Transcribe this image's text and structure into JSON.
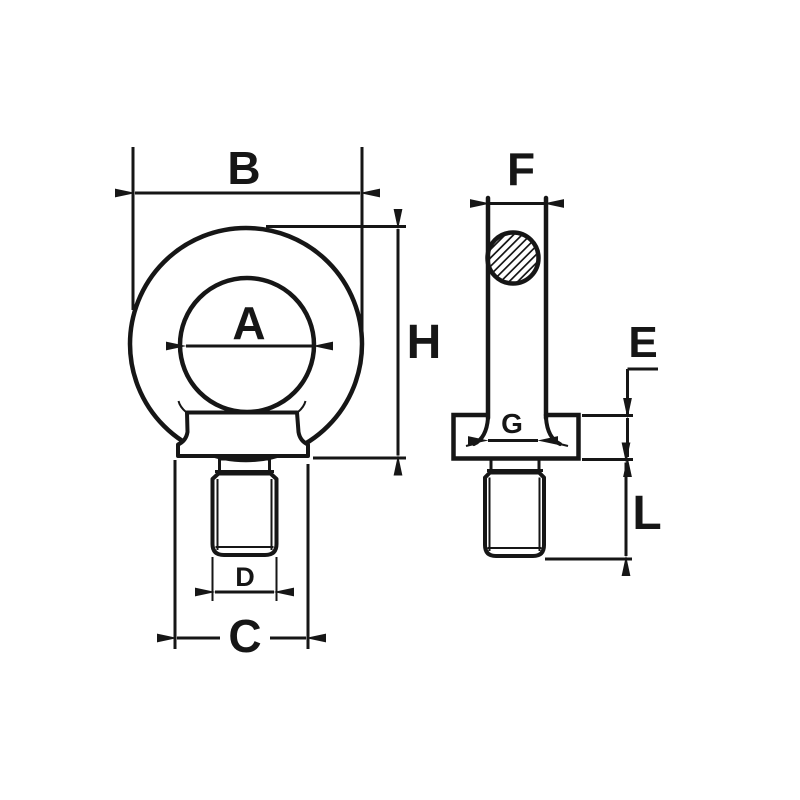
{
  "colors": {
    "background": "#ffffff",
    "ink": "#161616"
  },
  "diagram": {
    "type": "technical-drawing",
    "front_view": {
      "labels": {
        "eye_inner_diameter": "A",
        "eye_outer_width": "B",
        "collar_width": "C",
        "thread_diameter": "D",
        "body_height": "H"
      }
    },
    "side_view": {
      "labels": {
        "ring_section_width": "F",
        "shank_root_width": "G",
        "collar_thickness": "E",
        "thread_length": "L"
      }
    }
  }
}
